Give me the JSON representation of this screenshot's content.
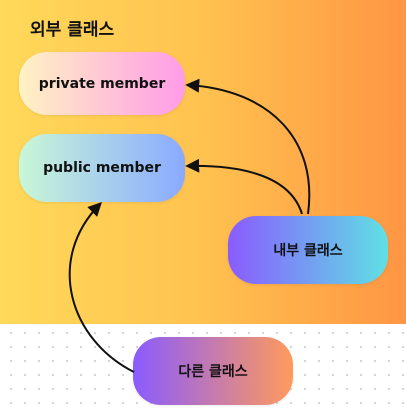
{
  "outer_class": {
    "title": "외부 클래스"
  },
  "nodes": {
    "private_member": "private member",
    "public_member": "public member",
    "inner_class": "내부 클래스",
    "other_class": "다른 클래스"
  },
  "edges": [
    {
      "from": "내부 클래스",
      "to": "private member"
    },
    {
      "from": "내부 클래스",
      "to": "public member"
    },
    {
      "from": "다른 클래스",
      "to": "public member"
    }
  ],
  "colors": {
    "outer_gradient": [
      "#ffd95a",
      "#ff9544"
    ],
    "arrow": "#111111"
  }
}
